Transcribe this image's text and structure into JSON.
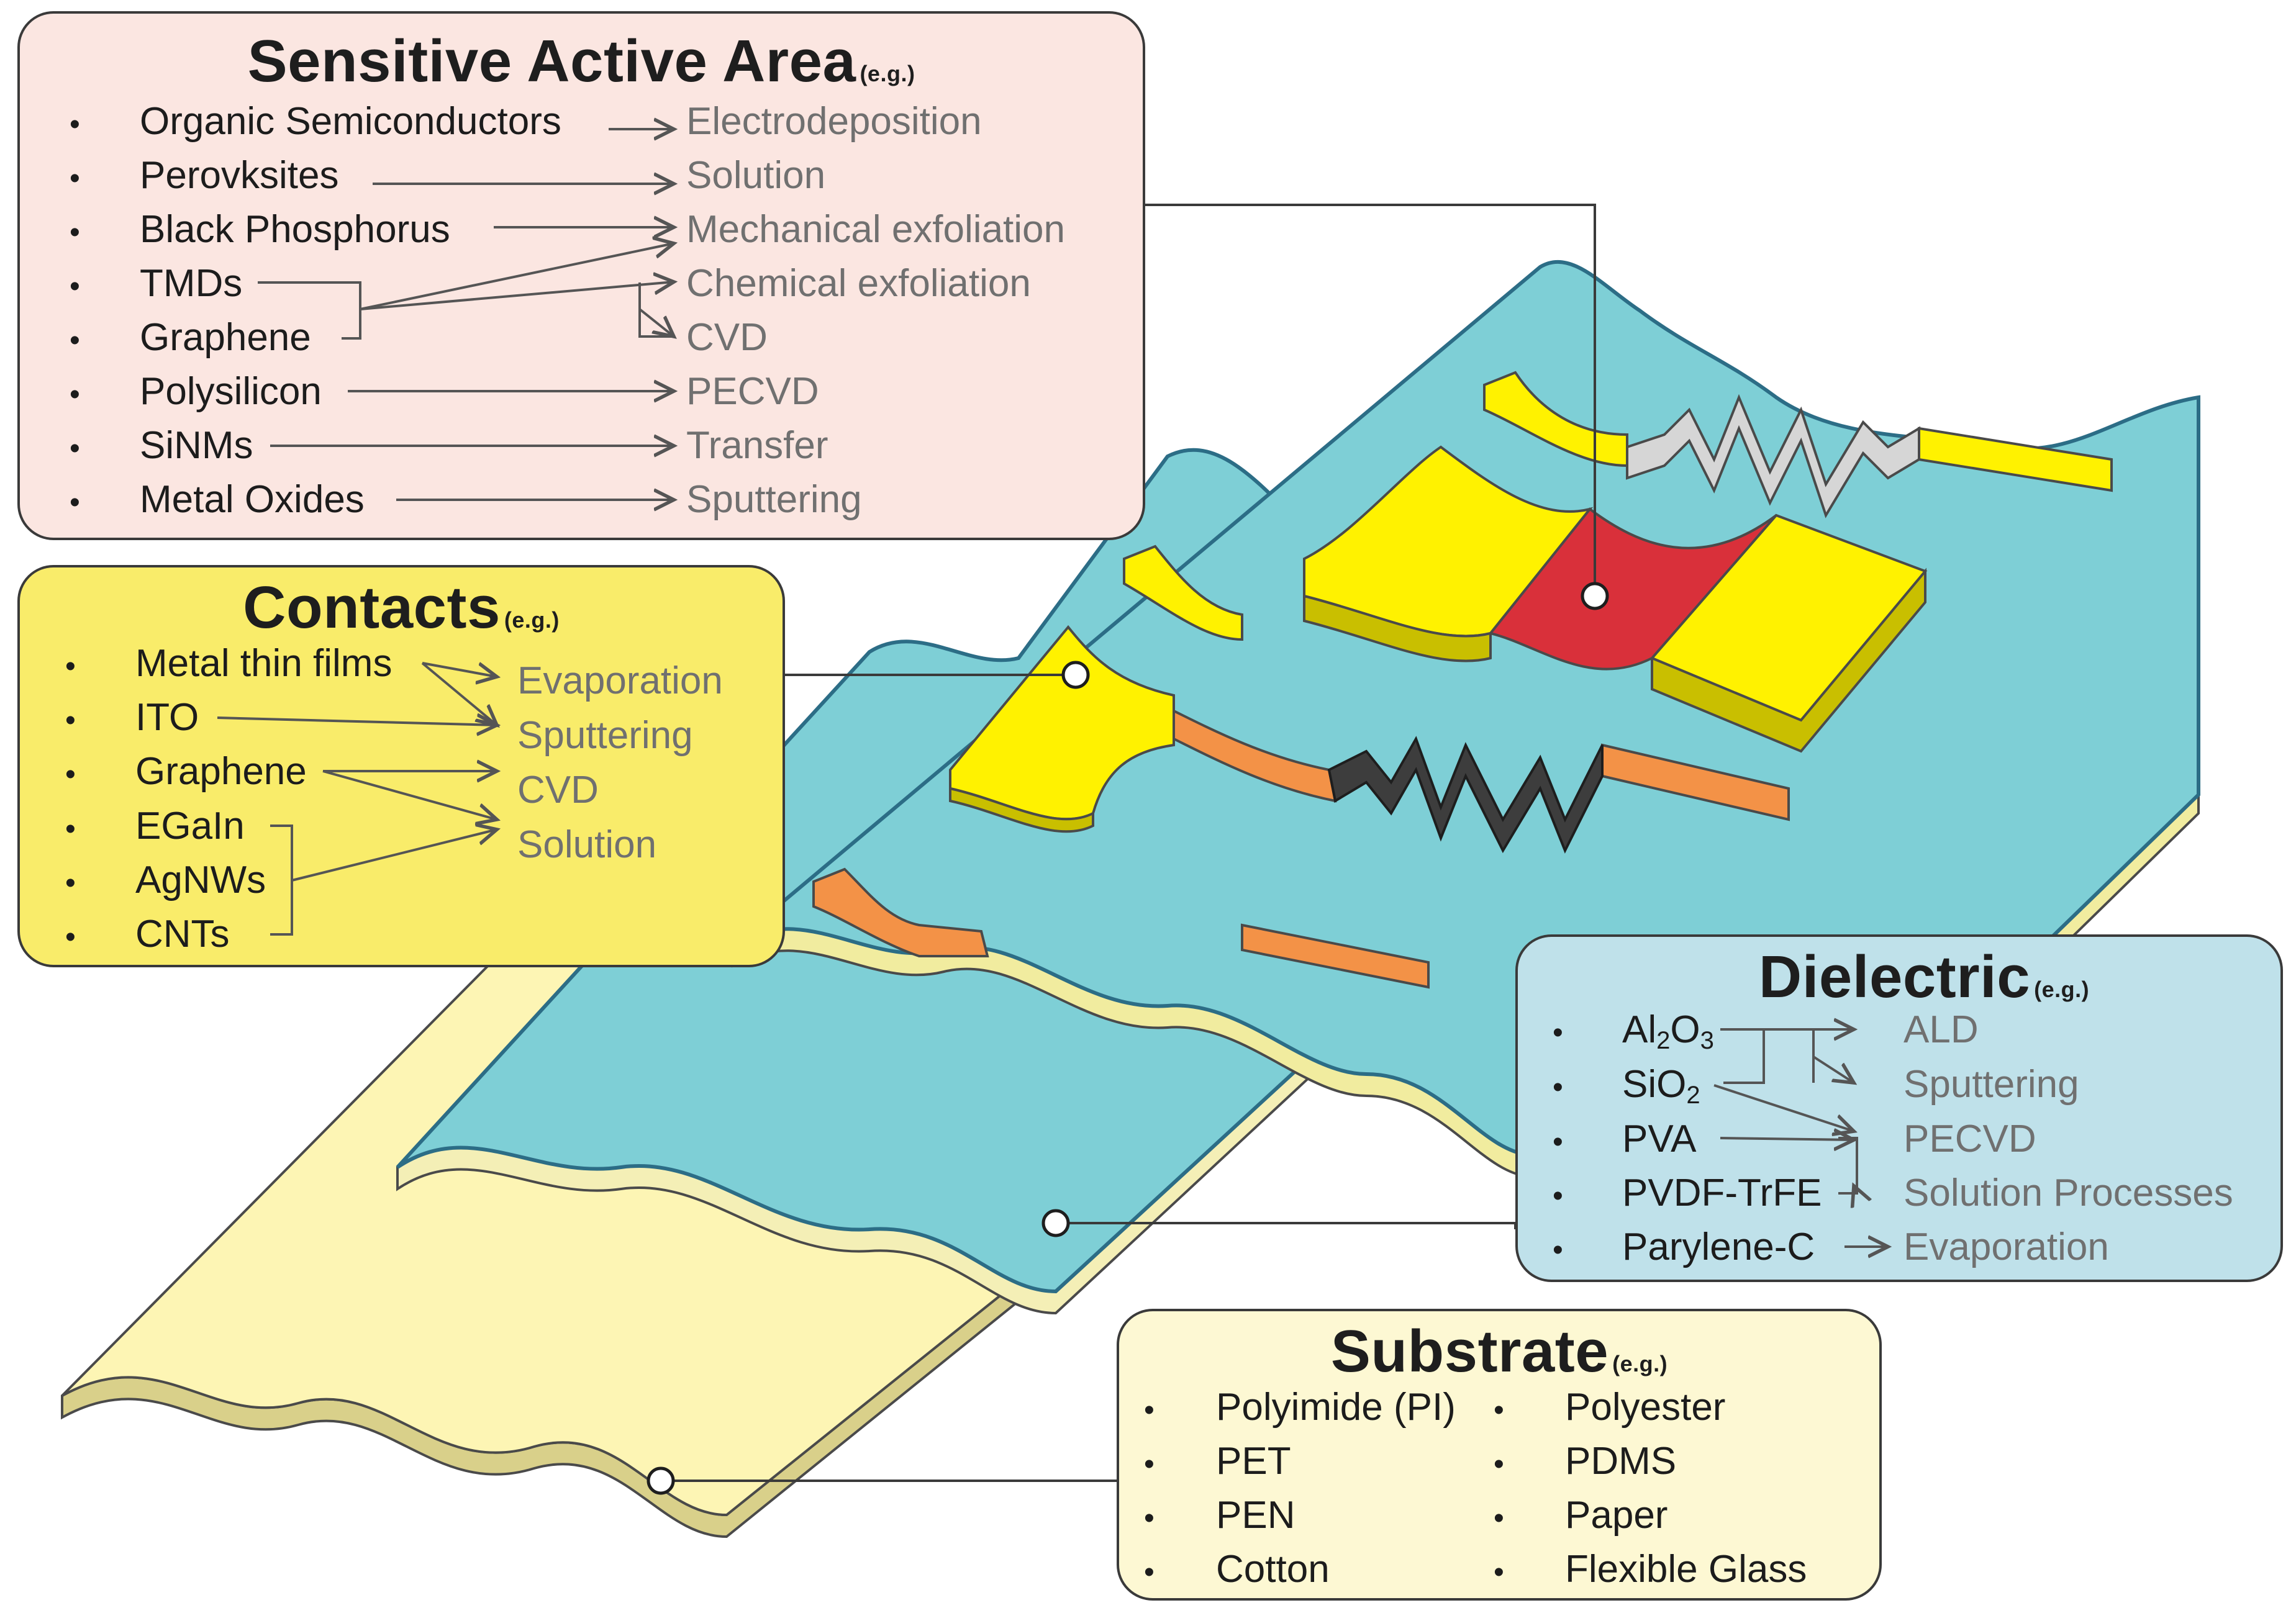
{
  "eg_tag": "(e.g.)",
  "bullet": "•",
  "active": {
    "title": "Sensitive Active Area",
    "materials": [
      "Organic Semiconductors",
      "Perovksites",
      "Black Phosphorus",
      "TMDs",
      "Graphene",
      "Polysilicon",
      "SiNMs",
      "Metal Oxides"
    ],
    "processes": [
      "Electrodeposition",
      "Solution",
      "Mechanical exfoliation",
      "Chemical exfoliation",
      "CVD",
      "PECVD",
      "Transfer",
      "Sputtering"
    ]
  },
  "contacts": {
    "title": "Contacts",
    "materials": [
      "Metal thin films",
      "ITO",
      "Graphene",
      "EGaIn",
      "AgNWs",
      "CNTs"
    ],
    "processes": [
      "Evaporation",
      "Sputtering",
      "CVD",
      "Solution"
    ]
  },
  "dielectric": {
    "title": "Dielectric",
    "al2o3": {
      "a": "Al",
      "b": "2",
      "c": "O",
      "d": "3"
    },
    "sio2": {
      "a": "SiO",
      "b": "2"
    },
    "materials": [
      "PVA",
      "PVDF-TrFE",
      "Parylene-C"
    ],
    "processes": [
      "ALD",
      "Sputtering",
      "PECVD",
      "Solution Processes",
      "Evaporation"
    ]
  },
  "substrate": {
    "title": "Substrate",
    "col1": [
      "Polyimide (PI)",
      "PET",
      "PEN",
      "Cotton"
    ],
    "col2": [
      "Polyester",
      "PDMS",
      "Paper",
      "Flexible Glass"
    ]
  },
  "colors": {
    "active_box": "#fbe6e1",
    "contacts_box": "#f9ec6a",
    "dielectric_box": "#bfe1ea",
    "substrate_box": "#fdf8d3",
    "substrate_layer": "#fdf5b4",
    "dielectric_layer": "#7ecfd6",
    "gold": "#fff200",
    "orange": "#f39247",
    "red": "#d9303a"
  }
}
